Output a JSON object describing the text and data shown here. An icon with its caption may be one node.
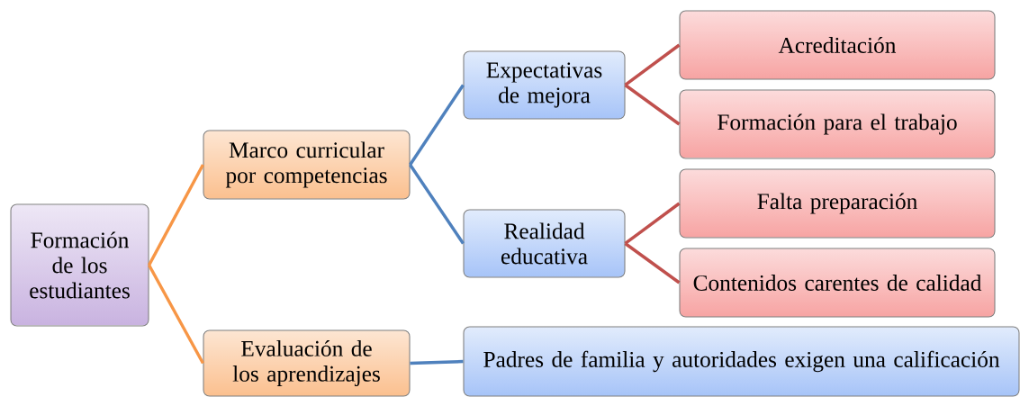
{
  "diagram": {
    "nodes": [
      {
        "text": [
          "Formación de los estudiantes"
        ]
      },
      {
        "text": [
          "Marco curricular por competencias"
        ]
      },
      {
        "text": [
          "Expectativas de mejora"
        ]
      },
      {
        "text": [
          "Acreditación"
        ]
      },
      {
        "text": [
          "Formación para el trabajo"
        ]
      },
      {
        "text": [
          "Realidad educativa"
        ]
      },
      {
        "text": [
          "Falta preparación"
        ]
      },
      {
        "text": [
          "Contenidos carentes de calidad"
        ]
      },
      {
        "text": [
          "Evaluación de los aprendizajes"
        ]
      },
      {
        "text": [
          "Padres de familia y autoridades exigen una calificación"
        ]
      }
    ],
    "edges": [
      {
        "from": 0,
        "to": 1,
        "arrow": "none",
        "color": "#f79646"
      },
      {
        "from": 0,
        "to": 8,
        "arrow": "none",
        "color": "#f79646"
      },
      {
        "from": 1,
        "to": 2,
        "arrow": "none",
        "color": "#4f81bd"
      },
      {
        "from": 1,
        "to": 5,
        "arrow": "none",
        "color": "#4f81bd"
      },
      {
        "from": 2,
        "to": 3,
        "arrow": "none",
        "color": "#c0504d"
      },
      {
        "from": 2,
        "to": 4,
        "arrow": "none",
        "color": "#c0504d"
      },
      {
        "from": 5,
        "to": 6,
        "arrow": "none",
        "color": "#c0504d"
      },
      {
        "from": 5,
        "to": 7,
        "arrow": "none",
        "color": "#c0504d"
      },
      {
        "from": 8,
        "to": 9,
        "arrow": "none",
        "color": "#4f81bd"
      }
    ]
  }
}
